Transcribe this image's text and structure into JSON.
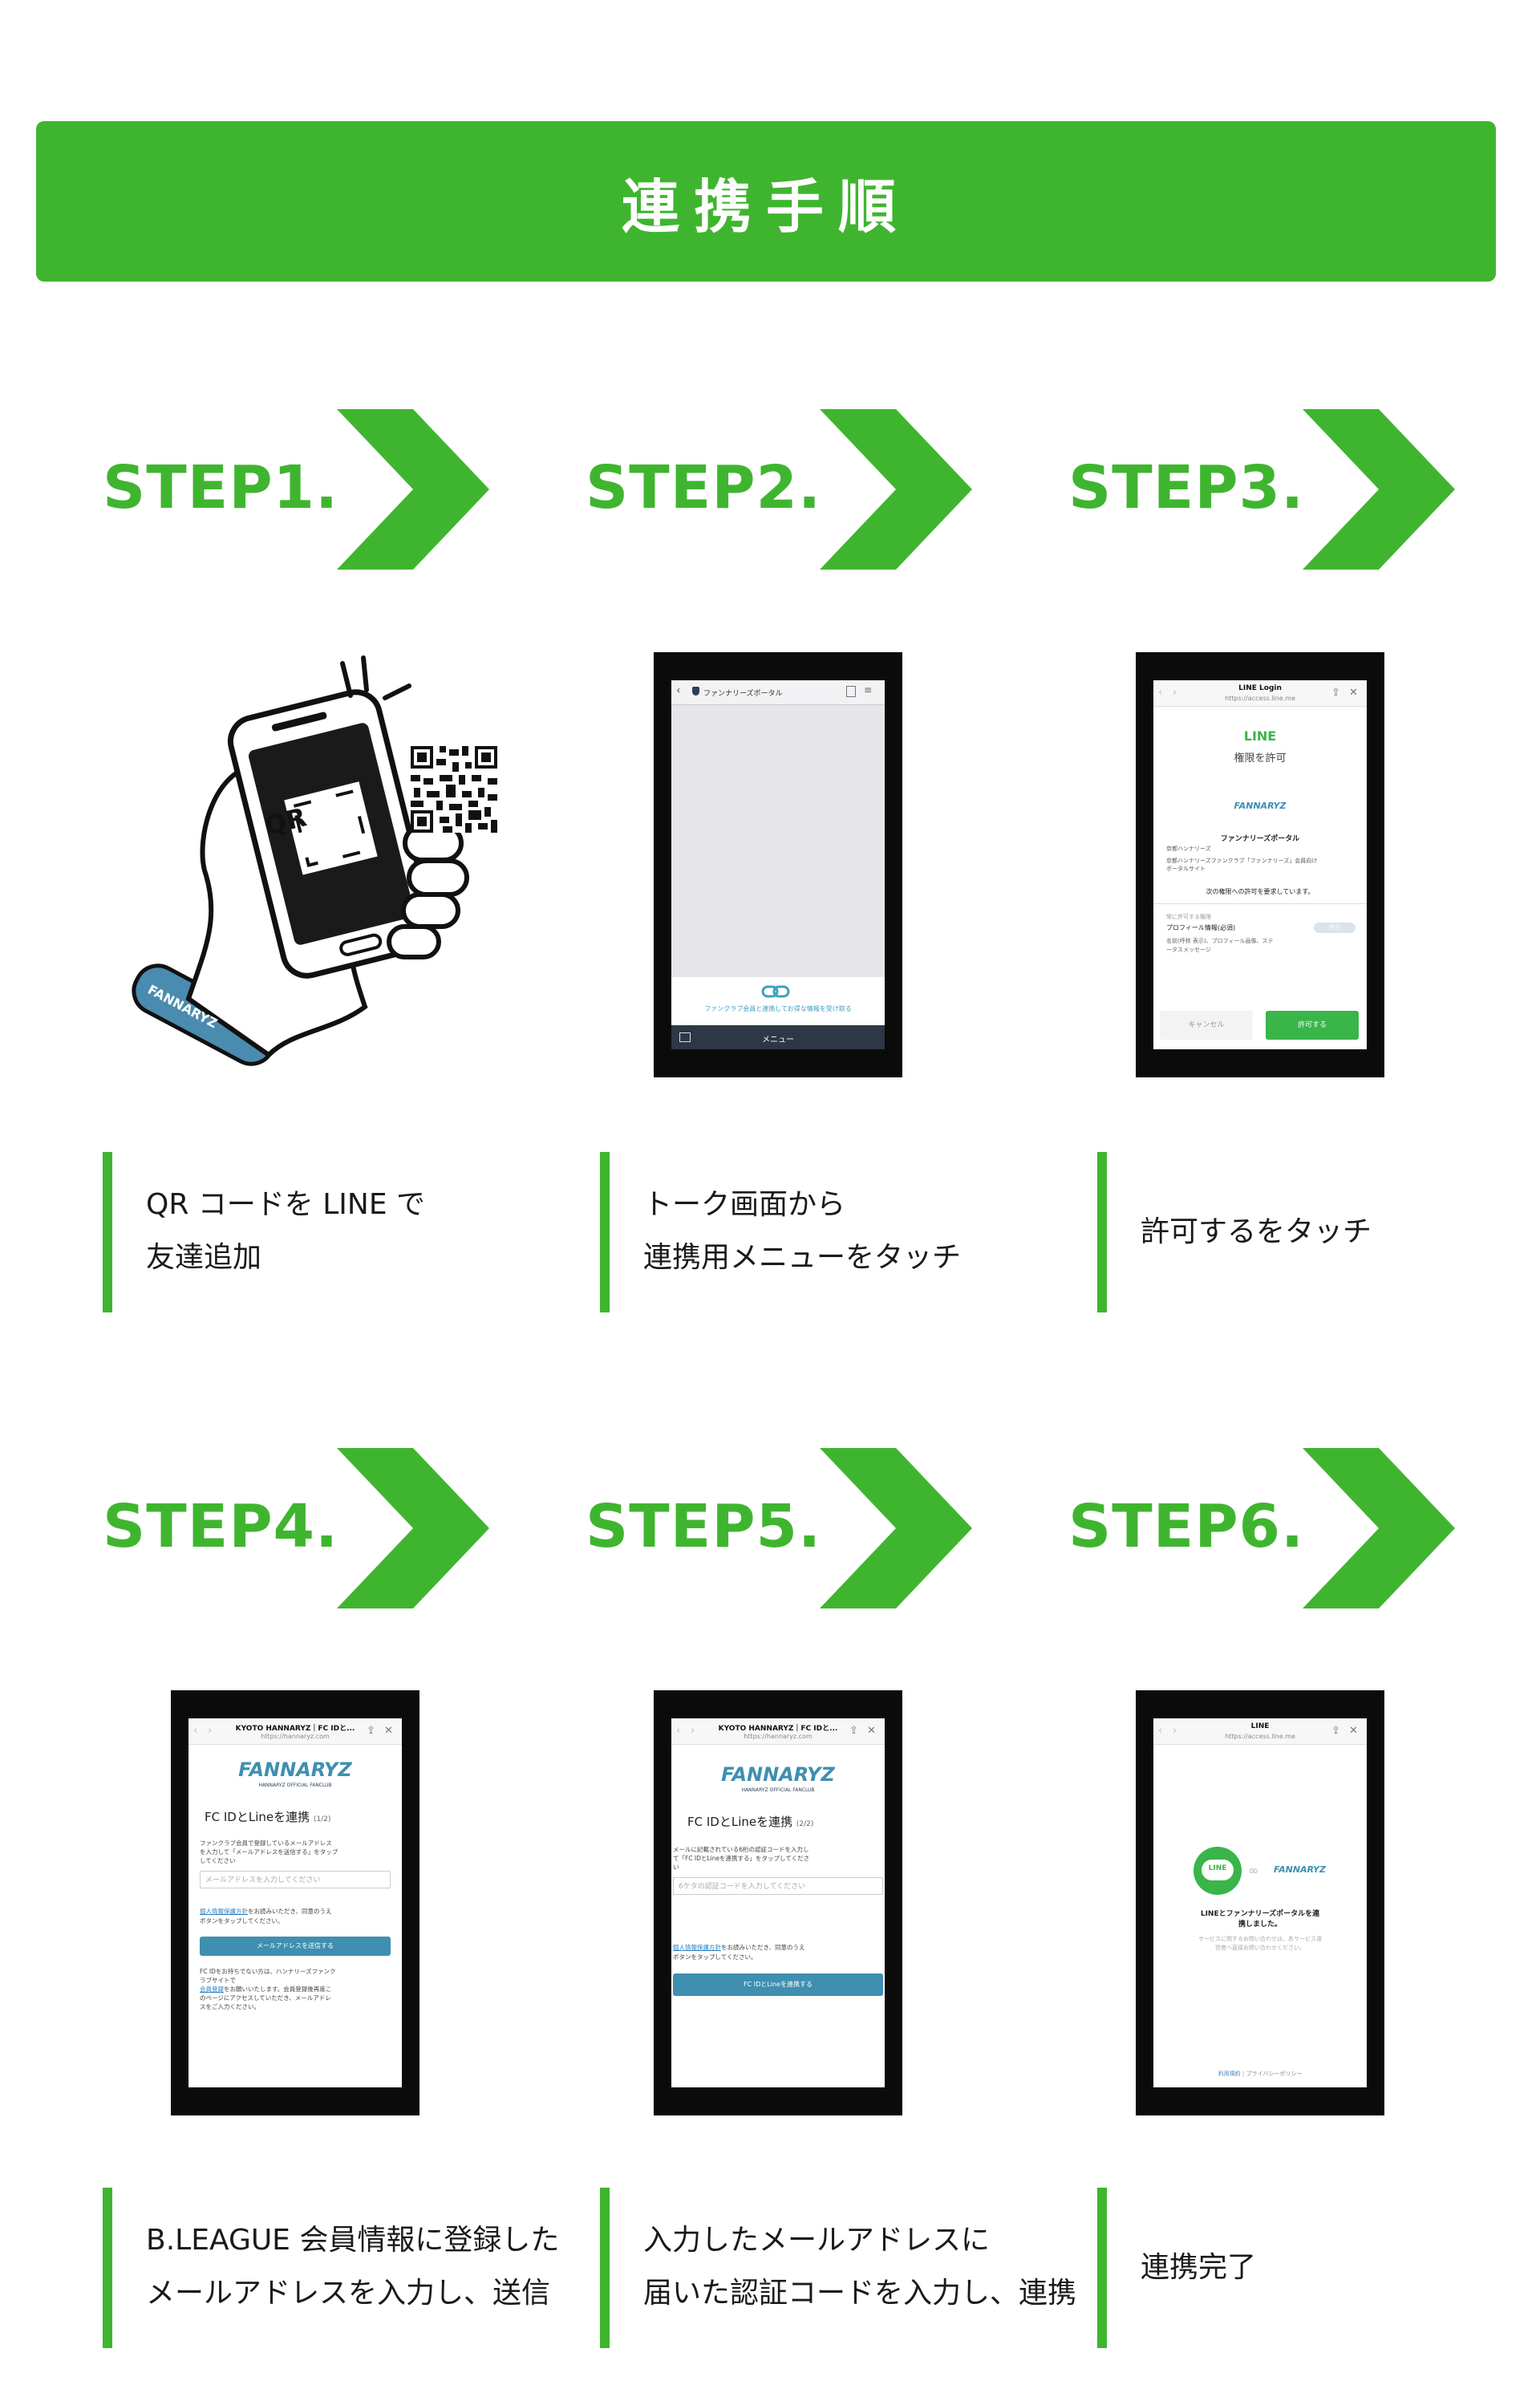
{
  "banner": {
    "title": "連携手順"
  },
  "steps": [
    {
      "label": "STEP1.",
      "desc_line1": "QR コードを LINE で",
      "desc_line2": "友達追加"
    },
    {
      "label": "STEP2.",
      "desc_line1": "トーク画面から",
      "desc_line2": "連携用メニューをタッチ"
    },
    {
      "label": "STEP3.",
      "desc_line1": "許可するをタッチ",
      "desc_line2": ""
    },
    {
      "label": "STEP4.",
      "desc_line1": "B.LEAGUE 会員情報に登録した",
      "desc_line2": "メールアドレスを入力し、送信"
    },
    {
      "label": "STEP5.",
      "desc_line1": "入力したメールアドレスに",
      "desc_line2": "届いた認証コードを入力し、連携"
    },
    {
      "label": "STEP6.",
      "desc_line1": "連携完了",
      "desc_line2": ""
    }
  ],
  "step1": {
    "qr_text": "QR",
    "wristband": "FANNARYZ"
  },
  "step2": {
    "header_title": "ファンナリーズポータル",
    "link_text": "ファンクラブ会員と連携してお得な情報を受け取る",
    "menu_label": "メニュー"
  },
  "step3": {
    "header_title": "LINE Login",
    "header_url": "https://access.line.me",
    "line_logo": "LINE",
    "subtitle": "権限を許可",
    "brand": "FANNARYZ",
    "app_name": "ファンナリーズポータル",
    "provider": "京都ハンナリーズ",
    "app_desc_1": "京都ハンナリーズファンクラブ「ファンナリーズ」会員向け",
    "app_desc_2": "ポータルサイト",
    "permission_notice": "次の権限への許可を要求しています。",
    "required_label": "常に許可する権限",
    "profile_label": "プロフィール情報(必須)",
    "toggle_label": "許可",
    "profile_desc_1": "名前(呼称 表示)、プロフィール画像、ステ",
    "profile_desc_2": "ータスメッセージ",
    "cancel_label": "キャンセル",
    "allow_label": "許可する"
  },
  "step4": {
    "header_title": "KYOTO HANNARYZ｜FC IDと...",
    "header_url": "https://hannaryz.com",
    "brand": "FANNARYZ",
    "brand_sub": "HANNARYZ OFFICIAL FANCLUB",
    "title": "FC IDとLineを連携",
    "title_step": "(1/2)",
    "instr_1": "ファンクラブ会員で登録しているメールアドレス",
    "instr_2": "を入力して「メールアドレスを送信する」をタップ",
    "instr_3": "してください",
    "input_placeholder": "メールアドレスを入力してください",
    "privacy_link": "個人情報保護方針",
    "privacy_1": "をお読みいただき、同意のうえ",
    "privacy_2": "ボタンをタップしてください。",
    "submit_label": "メールアドレスを送信する",
    "note_1": "FC IDをお持ちでない方は、ハンナリーズファンク",
    "note_2": "ラブサイトで",
    "member_link": "会員登録",
    "note_3": "をお願いいたします。会員登録後再度こ",
    "note_4": "のページにアクセスしていただき、メールアドレ",
    "note_5": "スをご入力ください。"
  },
  "step5": {
    "header_title": "KYOTO HANNARYZ｜FC IDと...",
    "header_url": "https://hannaryz.com",
    "brand": "FANNARYZ",
    "brand_sub": "HANNARYZ OFFICIAL FANCLUB",
    "title": "FC IDとLineを連携",
    "title_step": "(2/2)",
    "instr_1": "メールに記載されている6桁の認証コードを入力し",
    "instr_2": "て「FC IDとLineを連携する」をタップしてくださ",
    "instr_3": "い",
    "input_placeholder": "6ケタの認証コードを入力してください",
    "privacy_link": "個人情報保護方針",
    "privacy_1": "をお読みいただき、同意のうえ",
    "privacy_2": "ボタンをタップしてください。",
    "submit_label": "FC IDとLineを連携する"
  },
  "step6": {
    "header_title": "LINE",
    "header_url": "https://access.line.me",
    "line_logo": "LINE",
    "brand": "FANNARYZ",
    "done_1": "LINEとファンナリーズポータルを連",
    "done_2": "携しました。",
    "sub_1": "サービスに関するお問い合わせは、各サービス運",
    "sub_2": "営者へ直接お問い合わせください。",
    "footer_terms": "利用規約",
    "footer_privacy": "プライバシーポリシー"
  },
  "colors": {
    "accent": "#3fb52f",
    "phone": "#0b0b0b",
    "teal": "#3f8fb0",
    "line_green": "#39b54a"
  }
}
